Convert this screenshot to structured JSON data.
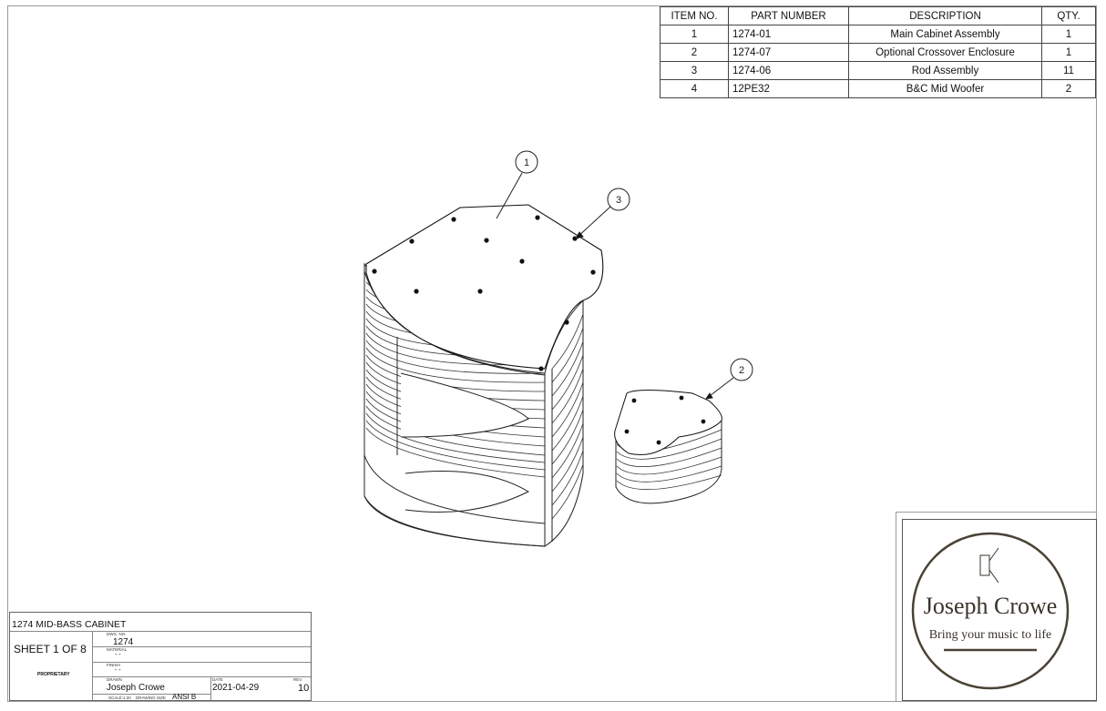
{
  "bom": {
    "headers": [
      "ITEM NO.",
      "PART NUMBER",
      "DESCRIPTION",
      "QTY."
    ],
    "rows": [
      {
        "item": "1",
        "part": "1274-01",
        "desc": "Main Cabinet Assembly",
        "qty": "1"
      },
      {
        "item": "2",
        "part": "1274-07",
        "desc": "Optional Crossover Enclosure",
        "qty": "1"
      },
      {
        "item": "3",
        "part": "1274-06",
        "desc": "Rod Assembly",
        "qty": "11"
      },
      {
        "item": "4",
        "part": "12PE32",
        "desc": "B&C Mid Woofer",
        "qty": "2"
      }
    ]
  },
  "balloons": [
    "1",
    "3",
    "2"
  ],
  "title_block": {
    "name": "1274 MID-BASS CABINET",
    "sheet": "SHEET 1 OF 8",
    "proprietary": "PROPRIETARY",
    "dwg_no_label": "DWG. NO.",
    "dwg_no": "1274",
    "material_label": "MATERIAL",
    "material": "- -",
    "finish_label": "FINISH",
    "finish": "- -",
    "drawn_label": "DRAWN",
    "drawn": "Joseph Crowe",
    "date_label": "DATE",
    "date": "2021-04-29",
    "rev_label": "REV.",
    "rev": "10",
    "scale": "SCALE:1:20",
    "size_label": "DRAWING SIZE",
    "size": "ANSI B"
  },
  "logo": {
    "name": "Joseph Crowe",
    "tagline": "Bring your music to life",
    "ring_color": "#4a4236",
    "text_color": "#3a342c",
    "icon": "speaker-k-icon"
  }
}
